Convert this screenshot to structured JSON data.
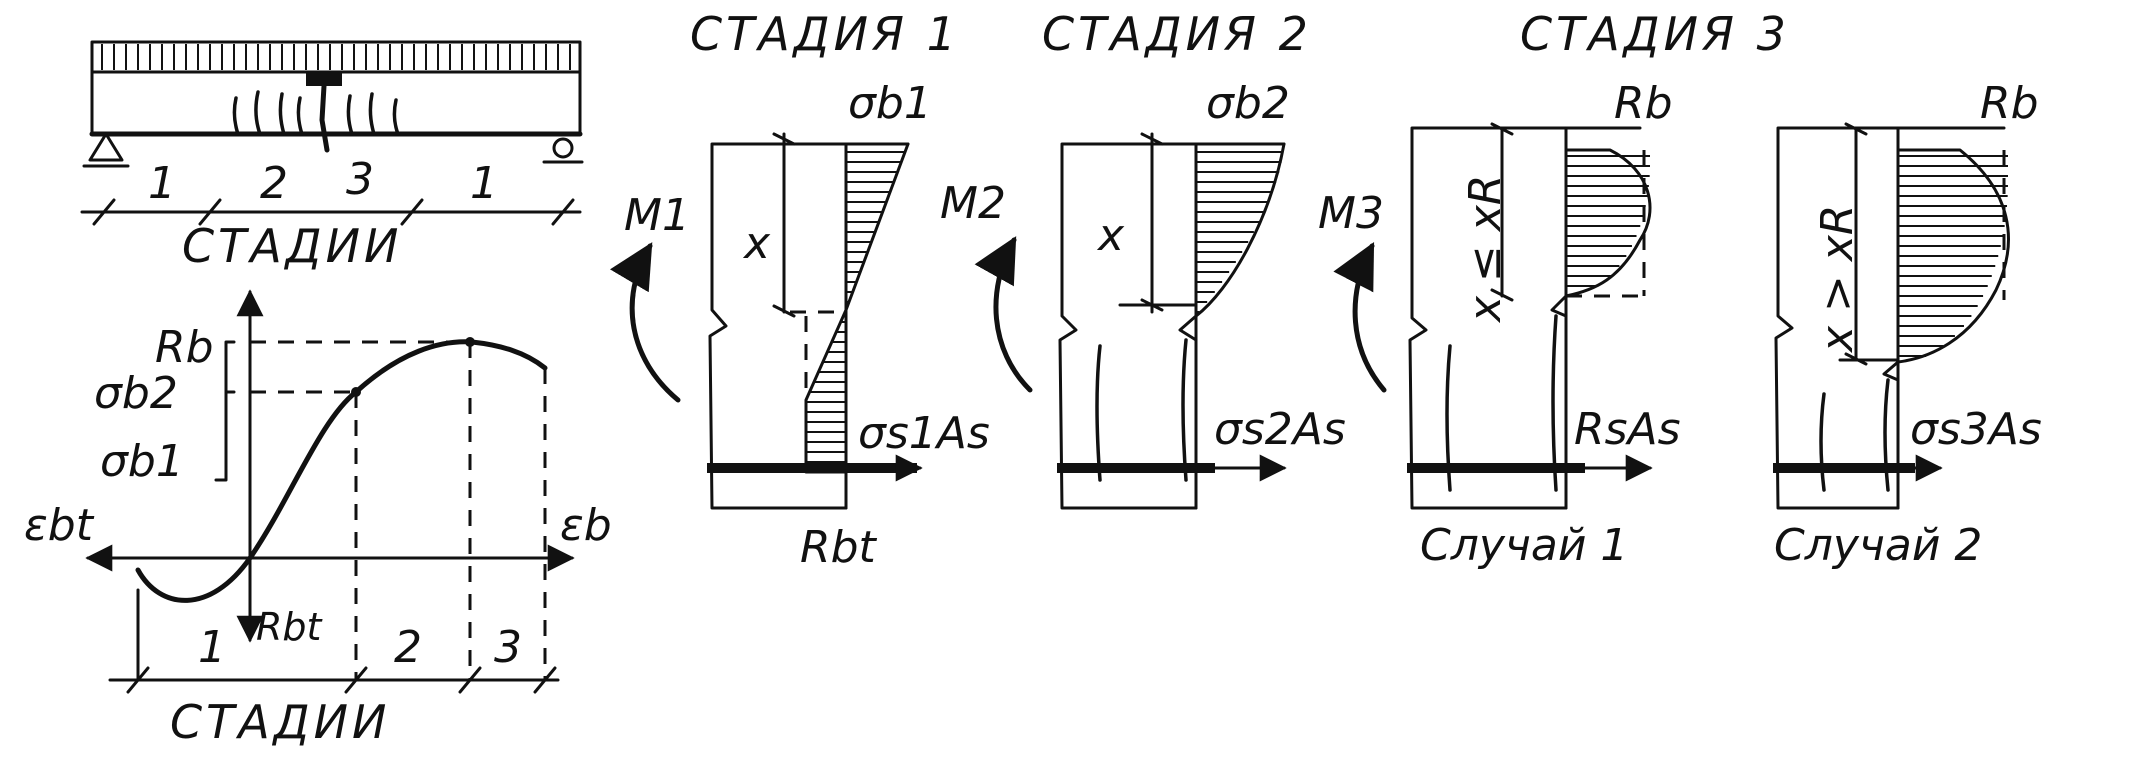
{
  "headings": {
    "stage1": "СТАДИЯ 1",
    "stage2": "СТАДИЯ 2",
    "stage3": "СТАДИЯ 3"
  },
  "beam": {
    "zones": [
      "1",
      "2",
      "3",
      "1"
    ],
    "caption": "СТАДИИ"
  },
  "curve": {
    "rb": "Rb",
    "sb2": "σb2",
    "sb1": "σb1",
    "ebt": "εbt",
    "eb": "εb",
    "rbt": "Rbt",
    "zones": [
      "1",
      "2",
      "3"
    ],
    "caption": "СТАДИИ"
  },
  "stage1": {
    "sigma_b": "σb1",
    "moment": "M1",
    "x": "x",
    "steel_force": "σs1As",
    "rbt": "Rbt"
  },
  "stage2": {
    "sigma_b": "σb2",
    "moment": "M2",
    "x": "x",
    "steel_force": "σs2As"
  },
  "case1": {
    "rb": "Rb",
    "moment": "M3",
    "x": "x ≤ xR",
    "steel_force": "RsAs",
    "caption": "Случай 1"
  },
  "case2": {
    "rb": "Rb",
    "x": "x > xR",
    "steel_force": "σs3As",
    "caption": "Случай 2"
  },
  "colors": {
    "ink": "#111111",
    "paper": "#ffffff"
  }
}
